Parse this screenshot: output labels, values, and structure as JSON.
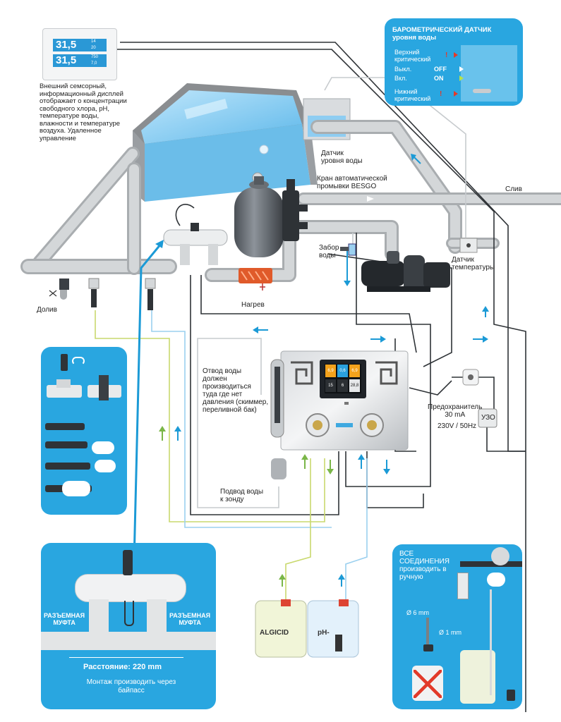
{
  "display": {
    "caption": "Внешний семсорный,\nинформационный дисплей\nотображает о концентрации\nсвободного хлора, pH,\nтемпературе воды,\nвлажности и температуре\nвоздуха. Удаленное\nуправление",
    "value1": "31,5",
    "value2": "31,5",
    "small1": "14",
    "small2": "20",
    "small3": "750",
    "small4": "7,0"
  },
  "baro": {
    "title": "БАРОМЕТРИЧЕСКИЙ ДАТЧИК\nуровня воды",
    "upper": "Верхний\nкритический",
    "off_label": "Выкл.",
    "off_value": "OFF",
    "on_label": "Вкл.",
    "on_value": "ON",
    "lower": "Нижний\nкритический",
    "excl": "!"
  },
  "labels": {
    "level_sensor": "Датчик\nуровня воды",
    "besgo": "Кран автоматической\nпромывки BESGO",
    "drain": "Слив",
    "intake": "Забор\nводы",
    "temp_sensor": "Датчик\nтемпературы",
    "heater": "Нагрев",
    "topup": "Долив",
    "outlet": "Отвод воды\nдолжен\nпроизводиться\nтуда где нет\nдавления (скиммер,\nпереливной бак)",
    "fuse": "Предохранитель\n30 mA",
    "voltage": "230V / 50Hz",
    "uzo": "УЗО",
    "probe_feed": "Подвод воды\nк зонду"
  },
  "controller": {
    "screen": [
      "6,9",
      "0,6",
      "6,9",
      "15",
      "6",
      "28,8"
    ]
  },
  "canisters": {
    "left": "ALGICID",
    "right": "pH-"
  },
  "bypass": {
    "left_coupling": "РАЗЪЕМНАЯ\nМУФТА",
    "right_coupling": "РАЗЪЕМНАЯ\nМУФТА",
    "distance": "Расстояние: 220 mm",
    "note": "Монтаж производить через\nбайпасс"
  },
  "connections": {
    "title": "ВСЕ\nСОЕДИНЕНИЯ\nпроизводить в\nручную",
    "d6": "Ø 6 mm",
    "d1": "Ø 1 mm"
  },
  "colors": {
    "panel_blue": "#29a6e0",
    "pipe_gray": "#c9ccce",
    "water_blue": "#7cc8f0",
    "arrow_blue": "#1b9ad6",
    "arrow_green": "#7ab648"
  }
}
